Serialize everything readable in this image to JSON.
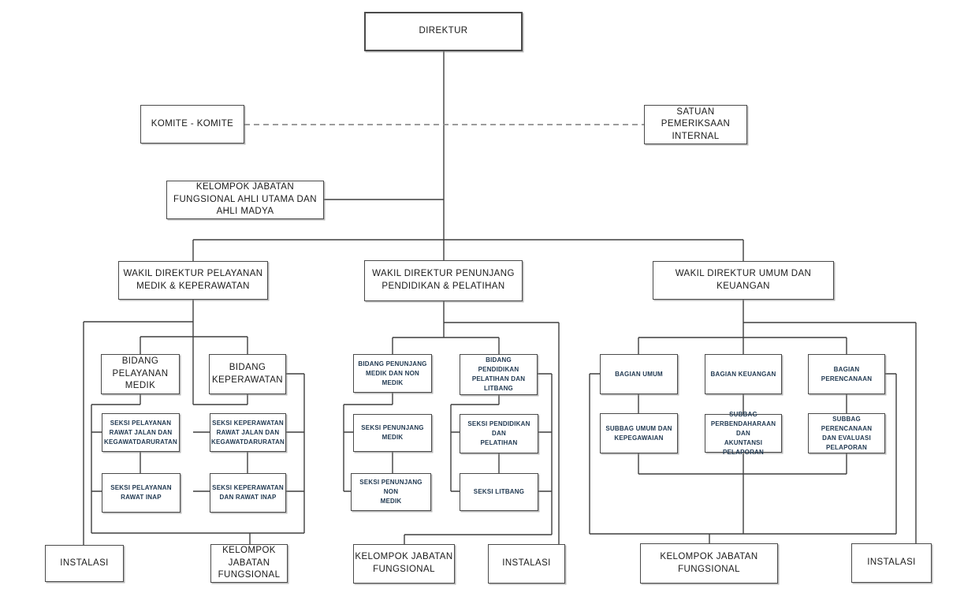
{
  "diagram": {
    "type": "org-chart",
    "nodes": {
      "direktur": "DIREKTUR",
      "komite": "KOMITE - KOMITE",
      "satuan_pemeriksaan_internal": "SATUAN\nPEMERIKSAAN\nINTERNAL",
      "kelompok_ahli": "KELOMPOK JABATAN\nFUNGSIONAL AHLI UTAMA DAN\nAHLI  MADYA",
      "wakil_pelayanan": "WAKIL DIREKTUR PELAYANAN\nMEDIK & KEPERAWATAN",
      "wakil_penunjang": "WAKIL DIREKTUR PENUNJANG\nPENDIDIKAN & PELATIHAN",
      "wakil_umum": "WAKIL DIREKTUR UMUM DAN\nKEUANGAN",
      "bidang_pelayanan_medik": "BIDANG\nPELAYANAN\nMEDIK",
      "bidang_keperawatan": "BIDANG\nKEPERAWATAN",
      "seksi_pelayanan_rawat_jalan": "SEKSI PELAYANAN\nRAWAT JALAN DAN\nKEGAWATDARURATAN",
      "seksi_keperawatan_rawat_jalan": "SEKSI KEPERAWATAN\nRAWAT JALAN DAN\nKEGAWATDARURATAN",
      "seksi_pelayanan_rawat_inap": "SEKSI PELAYANAN\nRAWAT INAP",
      "seksi_keperawatan_rawat_inap": "SEKSI KEPERAWATAN\nDAN RAWAT INAP",
      "instalasi_1": "INSTALASI",
      "kelompok_fungsional_1": "KELOMPOK\nJABATAN\nFUNGSIONAL",
      "bidang_penunjang": "BIDANG PENUNJANG\nMEDIK DAN NON\nMEDIK",
      "bidang_pendidikan": "BIDANG\nPENDIDIKAN\nPELATIHAN DAN\nLITBANG",
      "seksi_penunjang_medik": "SEKSI PENUNJANG\nMEDIK",
      "seksi_pendidikan_pelatihan": "SEKSI PENDIDIKAN DAN\nPELATIHAN",
      "seksi_penunjang_non_medik": "SEKSI PENUNJANG NON\nMEDIK",
      "seksi_litbang": "SEKSI LITBANG",
      "kelompok_fungsional_2": "KELOMPOK JABATAN\nFUNGSIONAL",
      "instalasi_2": "INSTALASI",
      "bagian_umum": "BAGIAN UMUM",
      "bagian_keuangan": "BAGIAN KEUANGAN",
      "bagian_perencanaan": "BAGIAN PERENCANAAN",
      "subbag_umum": "SUBBAG UMUM DAN\nKEPEGAWAIAN",
      "subbag_perbendaharaan": "SUBBAG\nPERBENDAHARAAN DAN\nAKUNTANSI PELAPORAN",
      "subbag_perencanaan": "SUBBAG PERENCANAAN\nDAN EVALUASI\nPELAPORAN",
      "kelompok_fungsional_3": "KELOMPOK JABATAN\nFUNGSIONAL",
      "instalasi_3": "INSTALASI"
    },
    "edges": [
      {
        "from": "direktur",
        "to": "wakil_penunjang",
        "style": "solid"
      },
      {
        "from": "komite",
        "to": "satuan_pemeriksaan_internal",
        "style": "dashed"
      },
      {
        "from": "direktur",
        "to": "kelompok_ahli",
        "style": "solid"
      },
      {
        "from": "direktur",
        "to": "wakil_pelayanan",
        "style": "solid"
      },
      {
        "from": "direktur",
        "to": "wakil_umum",
        "style": "solid"
      },
      {
        "from": "wakil_pelayanan",
        "to": "bidang_pelayanan_medik",
        "style": "solid"
      },
      {
        "from": "wakil_pelayanan",
        "to": "bidang_keperawatan",
        "style": "solid"
      },
      {
        "from": "wakil_pelayanan",
        "to": "instalasi_1",
        "style": "solid"
      },
      {
        "from": "bidang_pelayanan_medik",
        "to": "seksi_pelayanan_rawat_jalan",
        "style": "solid"
      },
      {
        "from": "bidang_pelayanan_medik",
        "to": "seksi_pelayanan_rawat_inap",
        "style": "solid"
      },
      {
        "from": "bidang_keperawatan",
        "to": "seksi_keperawatan_rawat_jalan",
        "style": "solid"
      },
      {
        "from": "bidang_keperawatan",
        "to": "seksi_keperawatan_rawat_inap",
        "style": "solid"
      },
      {
        "from": "bidang_keperawatan",
        "to": "kelompok_fungsional_1",
        "style": "solid"
      },
      {
        "from": "wakil_penunjang",
        "to": "bidang_penunjang",
        "style": "solid"
      },
      {
        "from": "wakil_penunjang",
        "to": "bidang_pendidikan",
        "style": "solid"
      },
      {
        "from": "wakil_penunjang",
        "to": "instalasi_2",
        "style": "solid"
      },
      {
        "from": "bidang_penunjang",
        "to": "seksi_penunjang_medik",
        "style": "solid"
      },
      {
        "from": "bidang_penunjang",
        "to": "seksi_penunjang_non_medik",
        "style": "solid"
      },
      {
        "from": "bidang_pendidikan",
        "to": "seksi_pendidikan_pelatihan",
        "style": "solid"
      },
      {
        "from": "bidang_pendidikan",
        "to": "seksi_litbang",
        "style": "solid"
      },
      {
        "from": "bidang_pendidikan",
        "to": "kelompok_fungsional_2",
        "style": "solid"
      },
      {
        "from": "wakil_umum",
        "to": "bagian_umum",
        "style": "solid"
      },
      {
        "from": "wakil_umum",
        "to": "bagian_keuangan",
        "style": "solid"
      },
      {
        "from": "wakil_umum",
        "to": "bagian_perencanaan",
        "style": "solid"
      },
      {
        "from": "wakil_umum",
        "to": "instalasi_3",
        "style": "solid"
      },
      {
        "from": "bagian_umum",
        "to": "subbag_umum",
        "style": "solid"
      },
      {
        "from": "bagian_keuangan",
        "to": "subbag_perbendaharaan",
        "style": "solid"
      },
      {
        "from": "bagian_perencanaan",
        "to": "subbag_perencanaan",
        "style": "solid"
      },
      {
        "from": "bagian_keuangan",
        "to": "kelompok_fungsional_3",
        "style": "solid"
      }
    ]
  },
  "colors": {
    "background": "#ffffff",
    "line": "#3f3f3f",
    "dashed_line": "#8f8f8f",
    "box_border": "#4a4a4a",
    "text_primary": "#1a1a1a",
    "text_small_labels": "#223a52"
  }
}
